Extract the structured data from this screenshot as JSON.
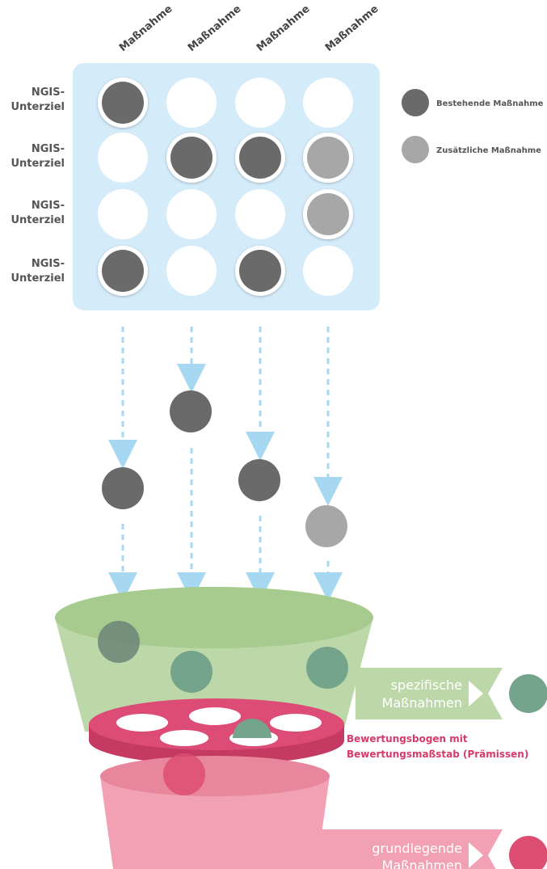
{
  "columns": [
    "Maßnahme",
    "Maßnahme",
    "Maßnahme",
    "Maßnahme"
  ],
  "rows": [
    {
      "line1": "NGIS-",
      "line2": "Unterziel",
      "cells": [
        "existing",
        "empty",
        "empty",
        "empty"
      ]
    },
    {
      "line1": "NGIS-",
      "line2": "Unterziel",
      "cells": [
        "empty",
        "existing",
        "existing",
        "additional"
      ]
    },
    {
      "line1": "NGIS-",
      "line2": "Unterziel",
      "cells": [
        "empty",
        "empty",
        "empty",
        "additional"
      ]
    },
    {
      "line1": "NGIS-",
      "line2": "Unterziel",
      "cells": [
        "existing",
        "empty",
        "existing",
        "empty"
      ]
    }
  ],
  "legend": {
    "existing": "Bestehende Maßnahme",
    "additional": "Zusätzliche Maßnahme"
  },
  "funnel": {
    "specific_line1": "spezifische",
    "specific_line2": "Maßnahmen",
    "basic_line1": "grundlegende",
    "basic_line2": "Maßnahmen",
    "sieve_line1": "Bewertungsbogen mit",
    "sieve_line2": "Bewertungsmaßstab (Prämissen)"
  },
  "colors": {
    "grid_bg": "#d4ebf9",
    "existing": "#6a6a6a",
    "additional": "#a7a7a7",
    "empty": "#ffffff",
    "arrow": "#a6d8f2",
    "funnel_green": "#a7cb8e",
    "specific_dot": "#74a48b",
    "sieve": "#dc4c76",
    "funnel_pink": "#f1a1b3",
    "basic_dot": "#dd4d72"
  }
}
